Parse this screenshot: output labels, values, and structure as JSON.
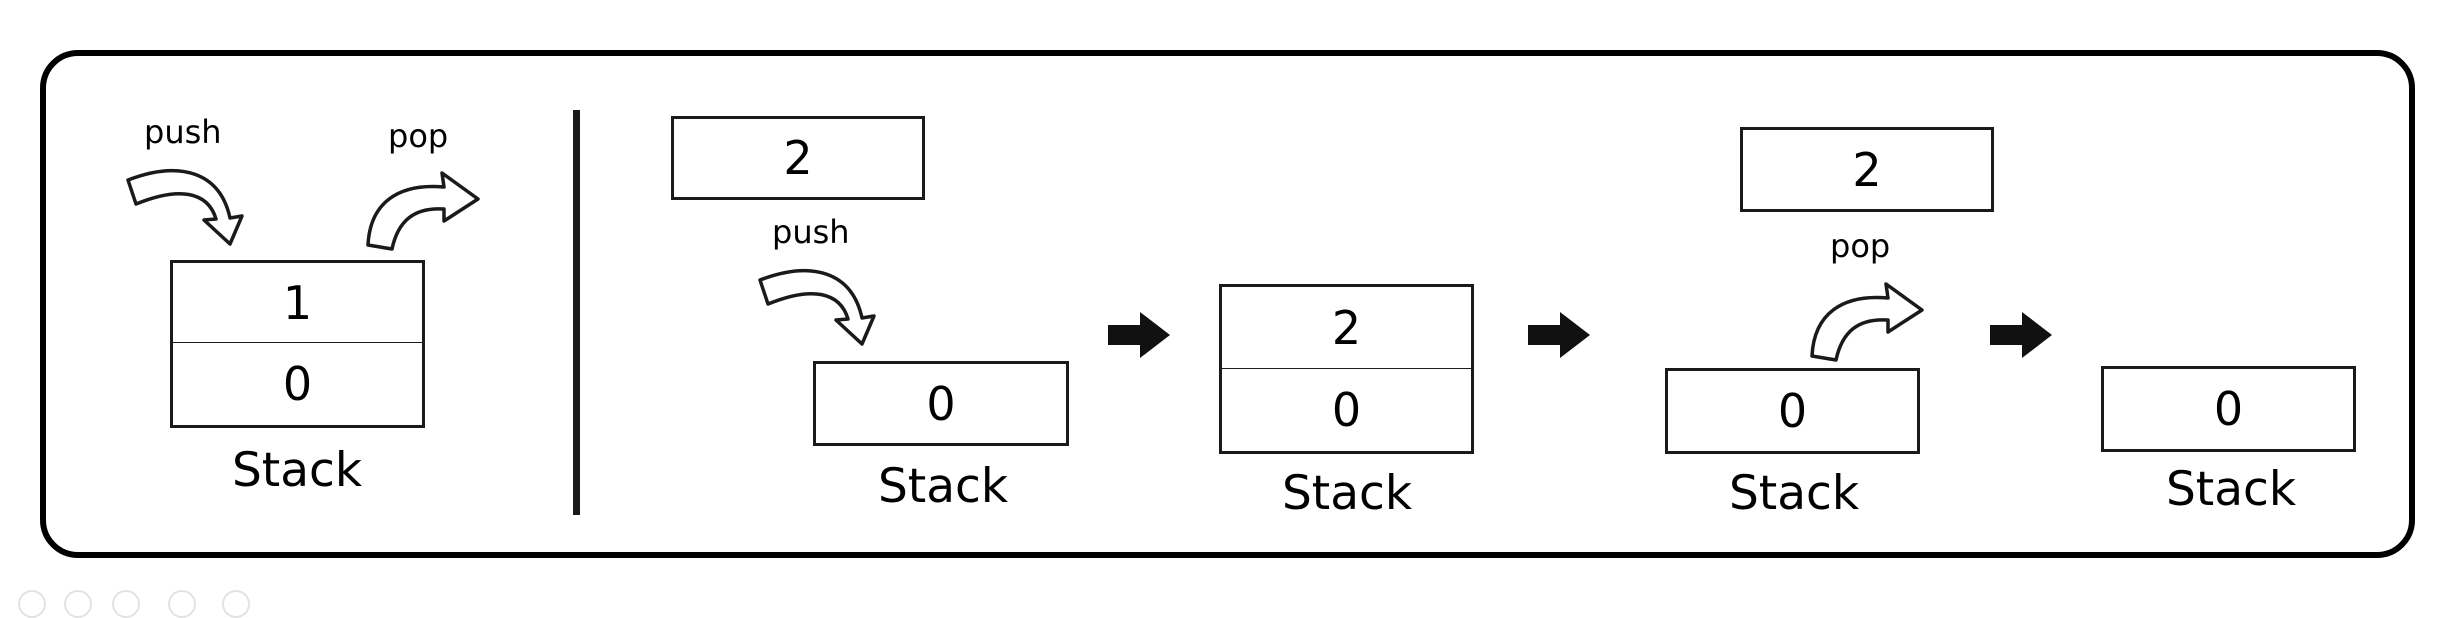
{
  "legend": {
    "push_label": "push",
    "pop_label": "pop",
    "stack_top": "1",
    "stack_bottom": "0",
    "stack_label": "Stack"
  },
  "sequence": {
    "step1": {
      "floating": "2",
      "op": "push",
      "stack": [
        "0"
      ],
      "label": "Stack"
    },
    "step2": {
      "stack_top": "2",
      "stack_bottom": "0",
      "label": "Stack"
    },
    "step3": {
      "floating": "2",
      "op": "pop",
      "stack": [
        "0"
      ],
      "label": "Stack"
    },
    "step4": {
      "stack": [
        "0"
      ],
      "label": "Stack"
    }
  },
  "icons": {
    "push_arrow": "curved-arrow-down-right-icon",
    "pop_arrow": "curved-arrow-up-right-icon",
    "next_step": "right-arrow-icon"
  }
}
